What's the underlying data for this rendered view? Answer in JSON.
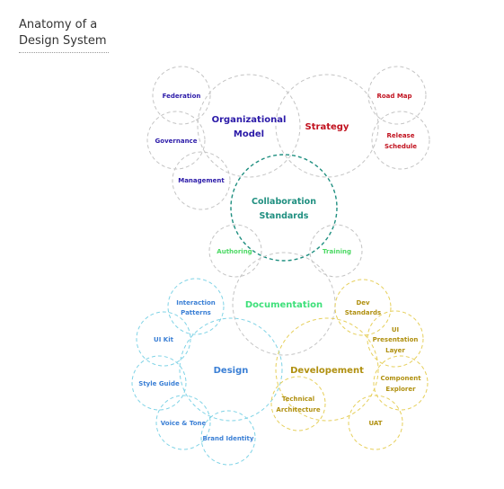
{
  "title": {
    "line1": "Anatomy of a",
    "line2": "Design System"
  },
  "colors": {
    "organizational": "#2b1aa8",
    "strategy": "#c1121f",
    "collaboration": "#1f8f80",
    "collab_sub": "#4cd964",
    "documentation": "#3ee07a",
    "design": "#3a7fd5",
    "development": "#b09010",
    "circle_grey": "#bcbcbc",
    "circle_design": "#7fd3e6",
    "circle_dev": "#e6cf5a"
  },
  "nodes": {
    "federation": "Federation",
    "governance": "Governance",
    "management": "Management",
    "org_model_1": "Organizational",
    "org_model_2": "Model",
    "strategy": "Strategy",
    "road_map": "Road Map",
    "release_1": "Release",
    "release_2": "Schedule",
    "collab_1": "Collaboration",
    "collab_2": "Standards",
    "authoring": "Authoring",
    "training": "Training",
    "documentation": "Documentation",
    "interaction_1": "Interaction",
    "interaction_2": "Patterns",
    "ui_kit": "UI Kit",
    "style_guide": "Style Guide",
    "voice_tone": "Voice & Tone",
    "brand_identity": "Brand Identity",
    "design": "Design",
    "dev_standards_1": "Dev",
    "dev_standards_2": "Standards",
    "ui_pres_1": "UI",
    "ui_pres_2": "Presentation",
    "ui_pres_3": "Layer",
    "component_1": "Component",
    "component_2": "Explorer",
    "development": "Developement",
    "tech_arch_1": "Technical",
    "tech_arch_2": "Architecture",
    "uat": "UAT"
  }
}
